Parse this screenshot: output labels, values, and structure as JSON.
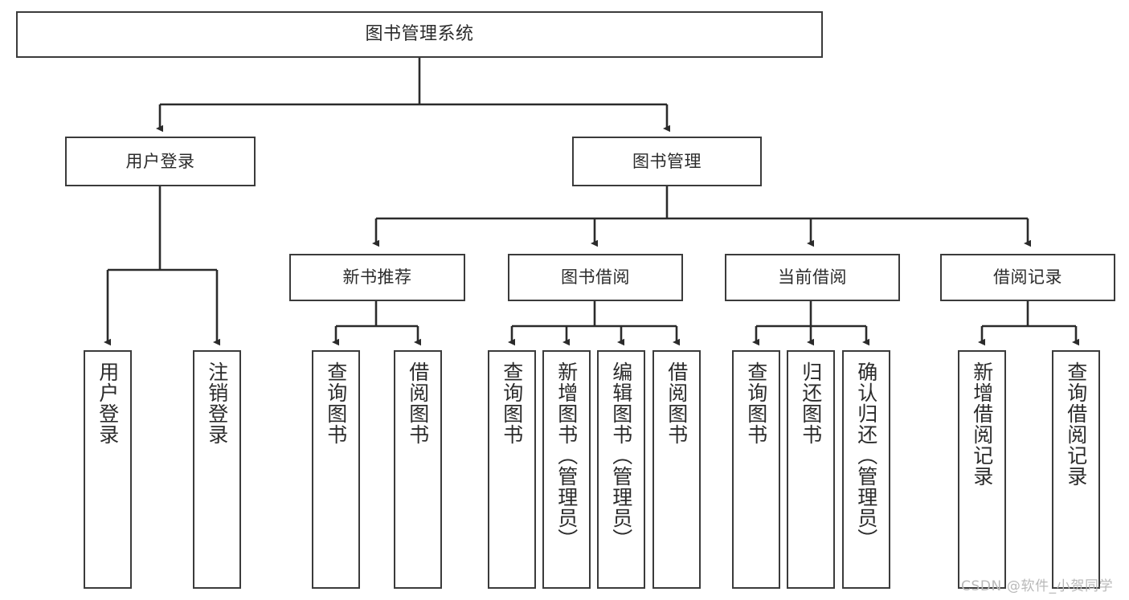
{
  "diagram": {
    "type": "tree-hierarchy-chart",
    "title": "图书管理系统",
    "theme": {
      "background": "#ffffff",
      "box_border": "#3b3b3b",
      "box_fill": "#ffffff",
      "text": "#2b2b2b",
      "connector": "#2b2b2b",
      "watermark": "#b9b9b9"
    },
    "nodes": {
      "root": {
        "label": "图书管理系统"
      },
      "level2": [
        {
          "id": "user-login",
          "label": "用户登录"
        },
        {
          "id": "book-management",
          "label": "图书管理"
        }
      ],
      "level3": [
        {
          "id": "new-book-recommend",
          "label": "新书推荐"
        },
        {
          "id": "book-borrow",
          "label": "图书借阅"
        },
        {
          "id": "current-borrow",
          "label": "当前借阅"
        },
        {
          "id": "borrow-record",
          "label": "借阅记录"
        }
      ],
      "leaves": {
        "user_login": [
          {
            "id": "leaf-user-login",
            "label": "用户登录"
          },
          {
            "id": "leaf-logout-login",
            "label": "注销登录"
          }
        ],
        "new_book_recommend": [
          {
            "id": "leaf-query-book-1",
            "label": "查询图书"
          },
          {
            "id": "leaf-borrow-book-1",
            "label": "借阅图书"
          }
        ],
        "book_borrow": [
          {
            "id": "leaf-query-book-2",
            "label": "查询图书"
          },
          {
            "id": "leaf-add-book",
            "label": "新增图书（管理员）"
          },
          {
            "id": "leaf-edit-book",
            "label": "编辑图书（管理员）"
          },
          {
            "id": "leaf-borrow-book-2",
            "label": "借阅图书"
          }
        ],
        "current_borrow": [
          {
            "id": "leaf-query-book-3",
            "label": "查询图书"
          },
          {
            "id": "leaf-return-book",
            "label": "归还图书"
          },
          {
            "id": "leaf-confirm-return",
            "label": "确认归还（管理员）"
          }
        ],
        "borrow_record": [
          {
            "id": "leaf-add-record",
            "label": "新增借阅记录"
          },
          {
            "id": "leaf-query-record",
            "label": "查询借阅记录"
          }
        ]
      }
    },
    "watermark": "CSDN @软件_小贺同学"
  }
}
